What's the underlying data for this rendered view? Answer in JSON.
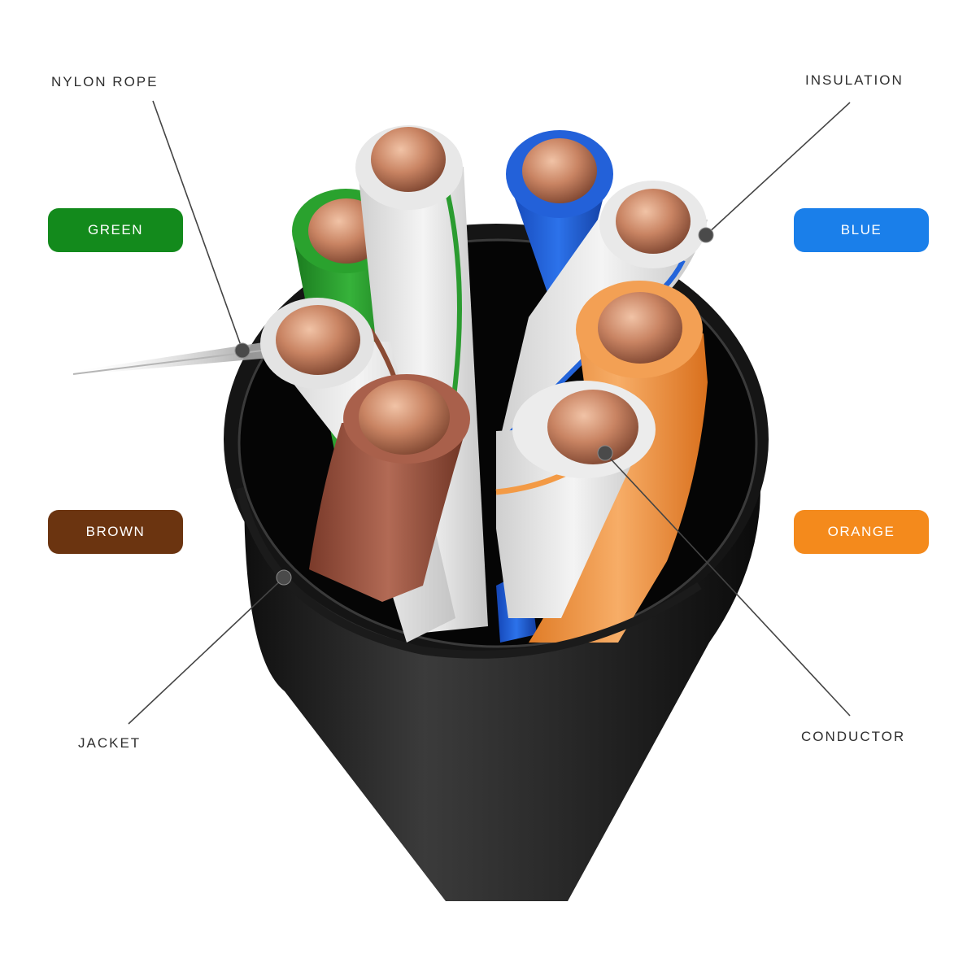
{
  "labels": {
    "nylon_rope": "NYLON ROPE",
    "insulation": "INSULATION",
    "jacket": "JACKET",
    "conductor": "CONDUCTOR"
  },
  "color_pills": [
    {
      "key": "green",
      "text": "GREEN",
      "color": "#138a1c"
    },
    {
      "key": "blue",
      "text": "BLUE",
      "color": "#1a7fea"
    },
    {
      "key": "brown",
      "text": "BROWN",
      "color": "#6b3410"
    },
    {
      "key": "orange",
      "text": "ORANGE",
      "color": "#f48a1c"
    }
  ],
  "colors": {
    "jacket": "#1c1c1c",
    "copper": "#c98c6a",
    "insulation_white": "#ebebeb",
    "wire_green": "#2a9a2c",
    "wire_blue": "#1f62d8",
    "wire_brown": "#9c4f3b",
    "wire_orange": "#f39a45",
    "leader_line": "#444444"
  }
}
